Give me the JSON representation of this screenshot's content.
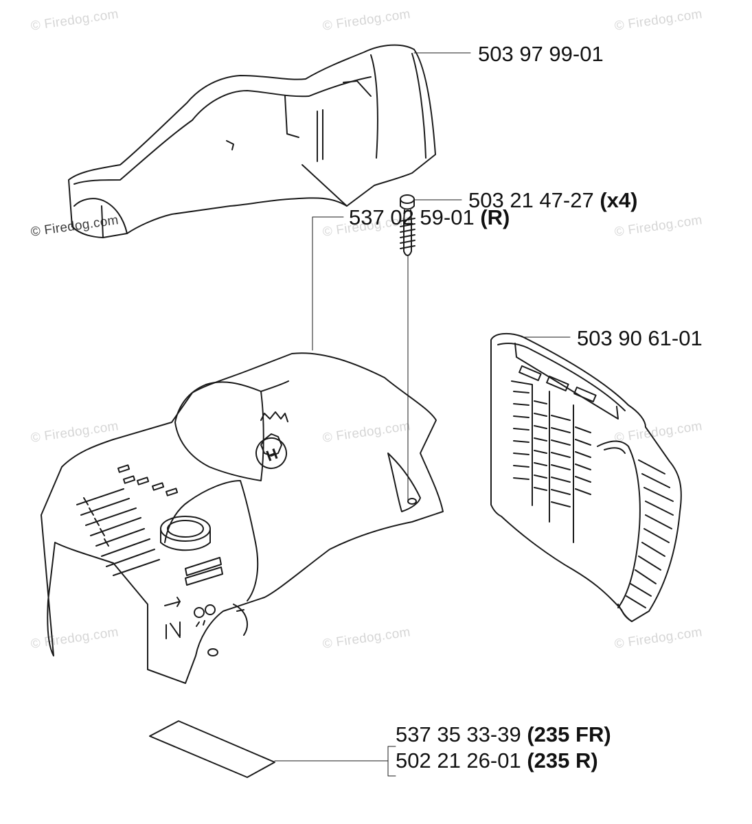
{
  "watermark": {
    "text": "© Firedog.com"
  },
  "parts": [
    {
      "part_number": "503 97 99-01",
      "suffix": ""
    },
    {
      "part_number": "537 02 59-01",
      "suffix": "(R)"
    },
    {
      "part_number": "503 21 47-27",
      "suffix": "(x4)"
    },
    {
      "part_number": "503 90 61-01",
      "suffix": ""
    },
    {
      "part_number": "537 35 33-39",
      "suffix": "(235 FR)"
    },
    {
      "part_number": "502 21 26-01",
      "suffix": "(235 R)"
    }
  ],
  "logo": {
    "letter": "H",
    "name": "husqvarna-crown-logo"
  }
}
